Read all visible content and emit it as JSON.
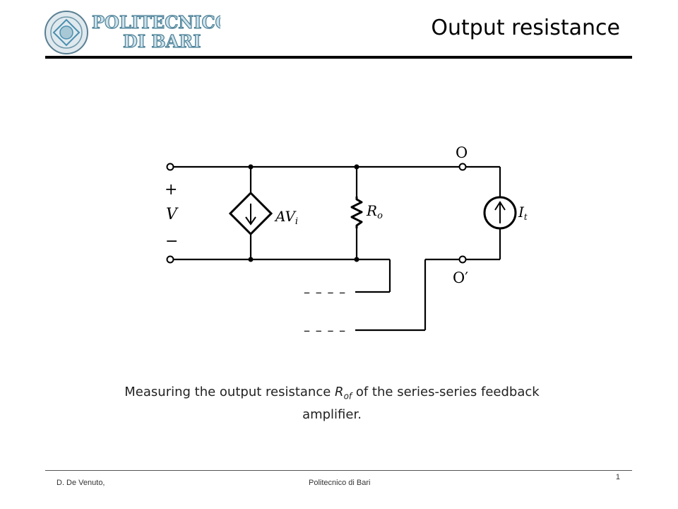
{
  "header": {
    "logo_line1": "POLITECNICO",
    "logo_line2": "DI BARI",
    "title": "Output resistance"
  },
  "diagram": {
    "node_top": "O",
    "node_bottom": "O′",
    "plus": "+",
    "voltage": "V",
    "minus": "−",
    "source_gain": "AV",
    "source_gain_sub": "i",
    "resistor_label": "R",
    "resistor_sub": "o",
    "current_label": "I",
    "current_sub": "t",
    "dash_upper": "– – – –",
    "dash_lower": "– – – –"
  },
  "caption": {
    "prefix": "Measuring the output resistance ",
    "symbol": "R",
    "symbol_sub": "of",
    "suffix_line1": " of the series-series feedback",
    "line2": "amplifier."
  },
  "footer": {
    "author": "D. De Venuto,",
    "institution": "Politecnico di Bari",
    "page": "1"
  },
  "colors": {
    "stroke": "#000000",
    "logo_blue": "#4a8fb0",
    "logo_outline": "#5a7f92"
  }
}
